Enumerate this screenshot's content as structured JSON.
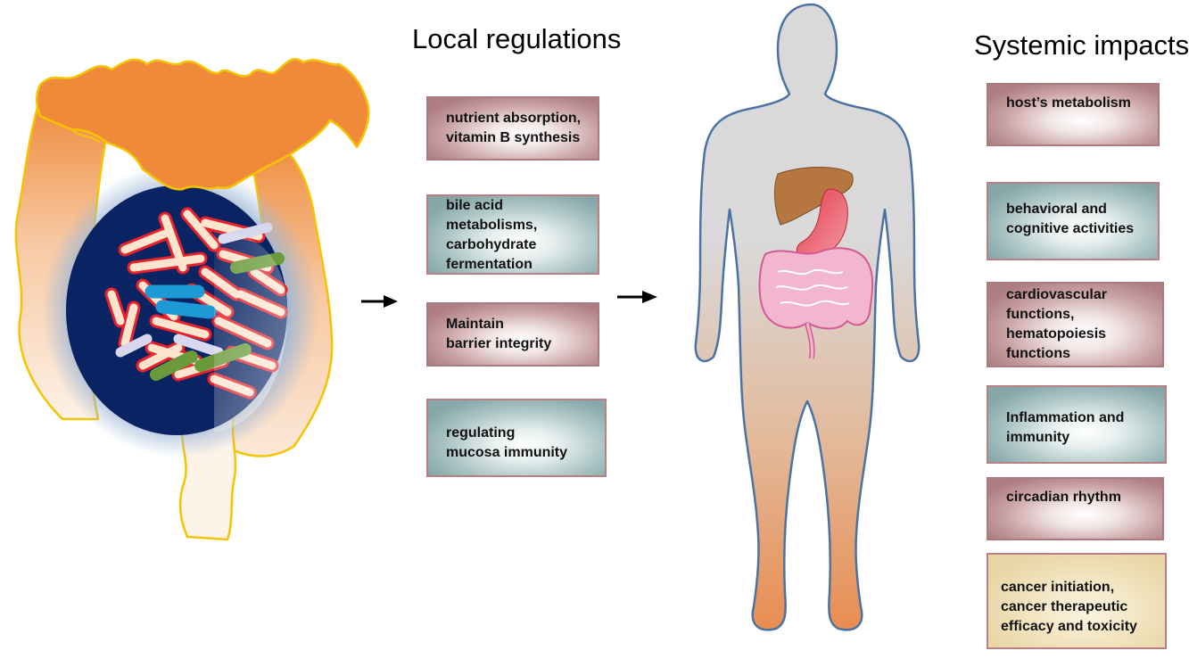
{
  "headings": {
    "local": "Local regulations",
    "systemic": "Systemic impacts"
  },
  "local_boxes": [
    {
      "text": "nutrient absorption,\nvitamin B synthesis"
    },
    {
      "text": "bile acid\nmetabolisms,\ncarbohydrate\nfermentation"
    },
    {
      "text": "Maintain\nbarrier integrity"
    },
    {
      "text": "regulating\nmucosa immunity"
    }
  ],
  "systemic_boxes": [
    {
      "text": "host’s metabolism"
    },
    {
      "text": "behavioral and\ncognitive activities"
    },
    {
      "text": "cardiovascular\nfunctions,\nhematopoiesis\nfunctions"
    },
    {
      "text": "Inflammation and\nimmunity"
    },
    {
      "text": "circadian rhythm"
    },
    {
      "text": "cancer initiation,\ncancer therapeutic\nefficacy and toxicity"
    }
  ],
  "colors": {
    "colon_orange": "#ef8a3a",
    "colon_outline": "#f5c400",
    "lumen_navy": "#0a2463",
    "body_outline": "#4a73a3",
    "arrow": "#000000"
  }
}
